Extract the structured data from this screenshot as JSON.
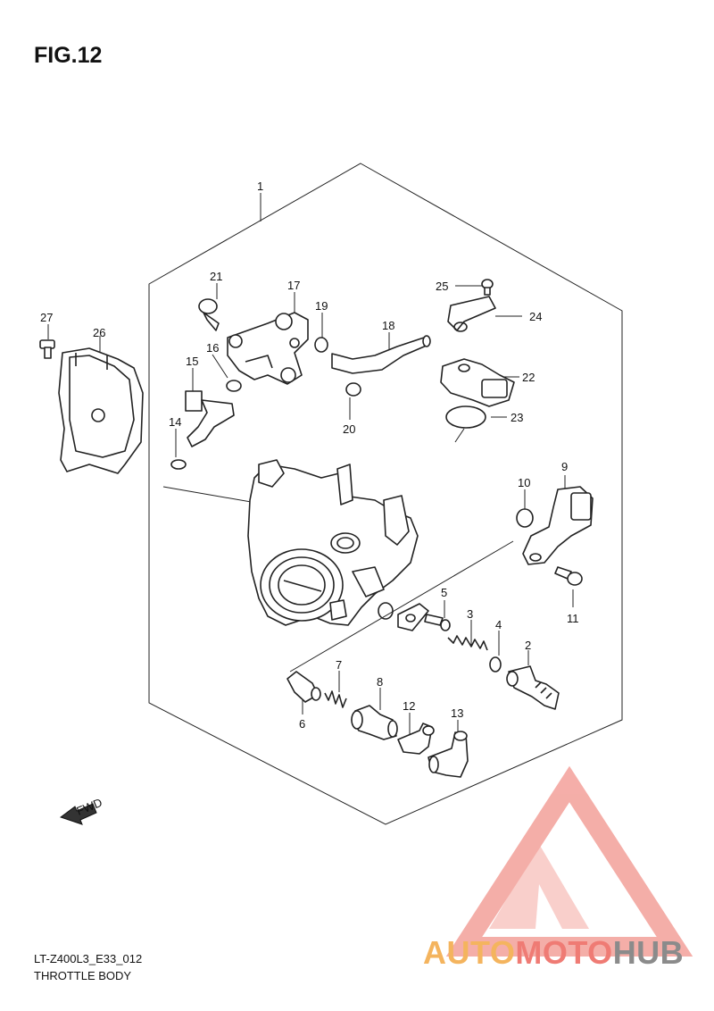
{
  "figure": {
    "title": "FIG.12",
    "code": "LT-Z400L3_E33_012",
    "name": "THROTTLE BODY"
  },
  "direction_arrow": {
    "label": "FWD",
    "icon": "fwd-arrow-icon"
  },
  "callouts": {
    "c1": "1",
    "c2": "2",
    "c3": "3",
    "c4": "4",
    "c5": "5",
    "c6": "6",
    "c7": "7",
    "c8": "8",
    "c9": "9",
    "c10": "10",
    "c11": "11",
    "c12": "12",
    "c13": "13",
    "c14": "14",
    "c15": "15",
    "c16": "16",
    "c17": "17",
    "c18": "18",
    "c19": "19",
    "c20": "20",
    "c21": "21",
    "c22": "22",
    "c23": "23",
    "c24": "24",
    "c25": "25",
    "c26": "26",
    "c27": "27"
  },
  "watermark": {
    "part1": "AUTO",
    "part2": "MOTO",
    "part3": "HUB",
    "colors": {
      "auto": "#f4b45e",
      "moto": "#ef7b74",
      "hub": "#8b8b8b",
      "logo": "#f08a84"
    }
  }
}
